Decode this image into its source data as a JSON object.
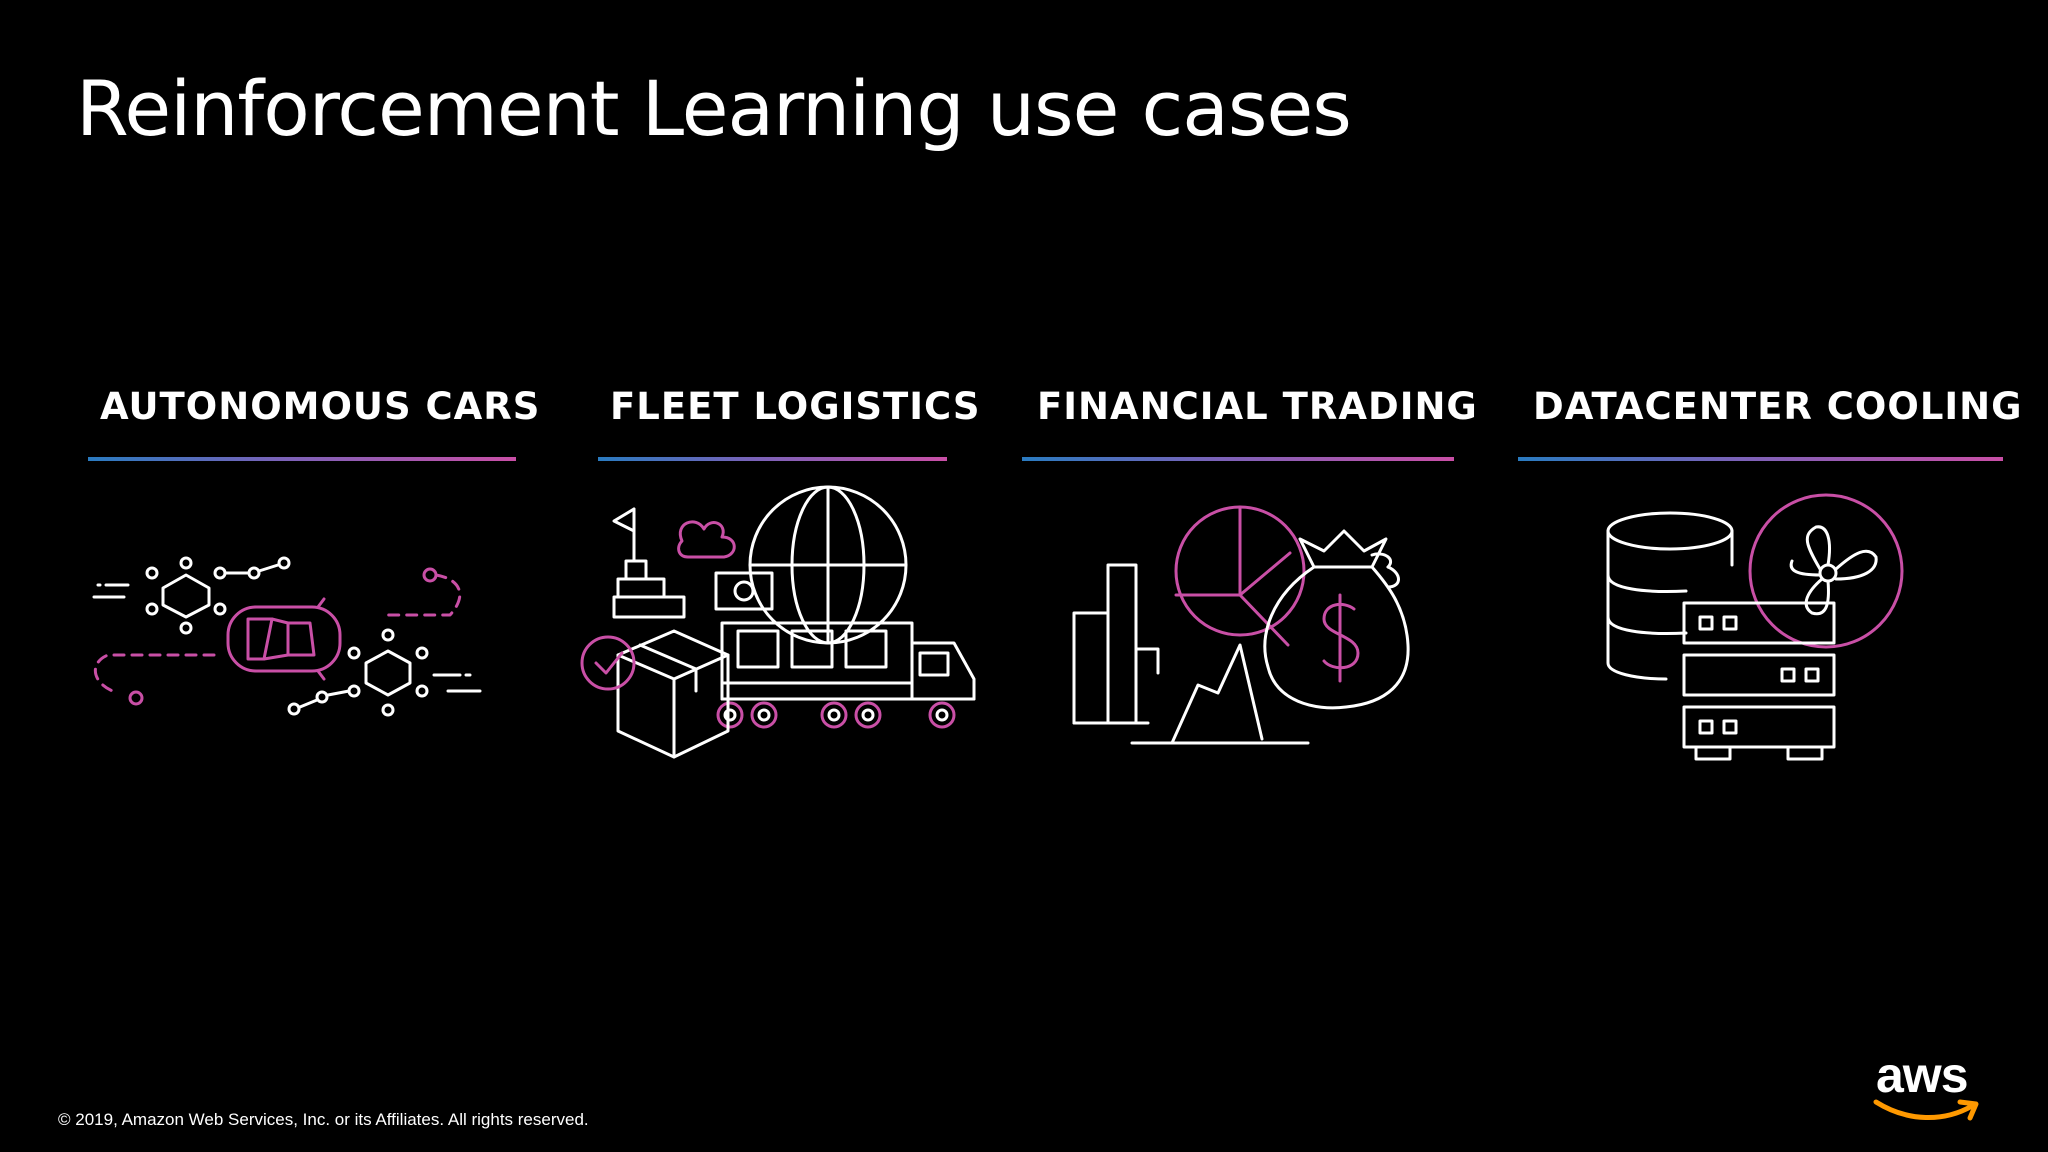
{
  "slide": {
    "title": "Reinforcement Learning use cases",
    "accent_color": "#c94fa6",
    "gradient_colors": [
      "#2a7bc0",
      "#c94fa6"
    ]
  },
  "use_cases": [
    {
      "title": "AUTONOMOUS CARS",
      "icon": "autonomous-car-icon"
    },
    {
      "title": "FLEET LOGISTICS",
      "icon": "fleet-logistics-icon"
    },
    {
      "title": "FINANCIAL TRADING",
      "icon": "financial-trading-icon"
    },
    {
      "title": "DATACENTER COOLING",
      "icon": "datacenter-cooling-icon"
    }
  ],
  "footer": {
    "copyright": "© 2019, Amazon Web Services, Inc. or its Affiliates. All rights reserved.",
    "logo_text": "aws",
    "logo_accent": "#ff9900"
  }
}
